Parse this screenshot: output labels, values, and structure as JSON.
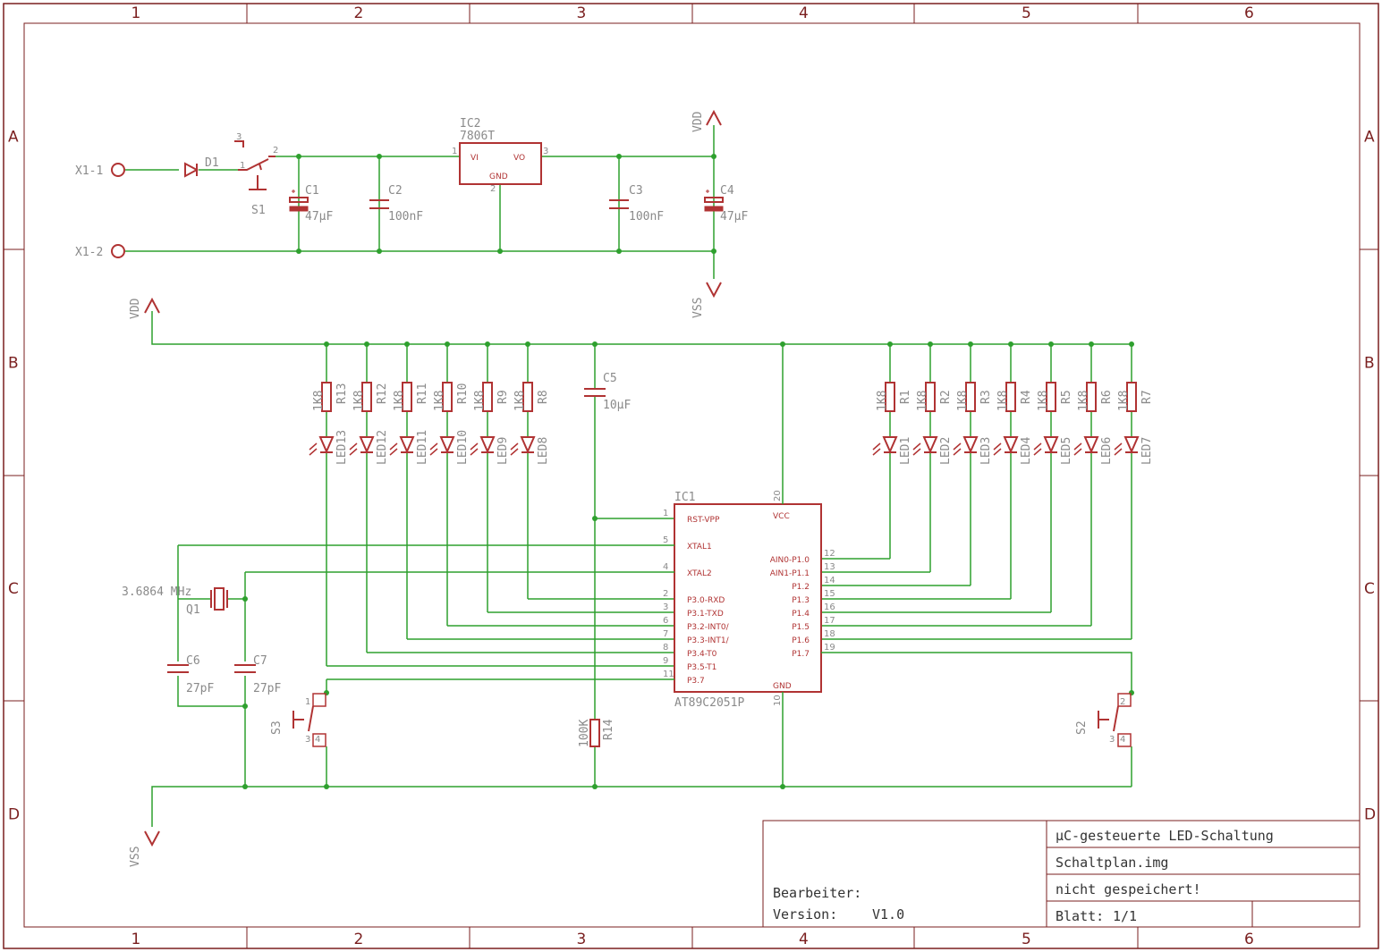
{
  "grid": {
    "columns": [
      "1",
      "2",
      "3",
      "4",
      "5",
      "6"
    ],
    "rows": [
      "A",
      "B",
      "C",
      "D"
    ]
  },
  "title_block": {
    "title": "µC-gesteuerte LED-Schaltung",
    "file": "Schaltplan.img",
    "status": "nicht gespeichert!",
    "sheet_label": "Blatt:",
    "sheet_value": "1/1",
    "editor_label": "Bearbeiter:",
    "version_label": "Version:",
    "version_value": "V1.0"
  },
  "power": {
    "x1_1": "X1-1",
    "x1_2": "X1-2",
    "d1": "D1",
    "s1": "S1",
    "s1_pin1": "1",
    "s1_pin2": "2",
    "s1_pin3": "3",
    "c1": "C1",
    "c1_val": "47µF",
    "c2": "C2",
    "c2_val": "100nF",
    "ic2": "IC2",
    "ic2_type": "7806T",
    "ic2_vi": "VI",
    "ic2_vo": "VO",
    "ic2_gnd": "GND",
    "ic2_pin1": "1",
    "ic2_pin2": "2",
    "ic2_pin3": "3",
    "c3": "C3",
    "c3_val": "100nF",
    "c4": "C4",
    "c4_val": "47µF",
    "vdd": "VDD",
    "vss": "VSS"
  },
  "mcu": {
    "name": "IC1",
    "type": "AT89C2051P",
    "pin20": "20",
    "pin10": "10",
    "vcc": "VCC",
    "gnd": "GND",
    "left_pins": [
      {
        "num": "1",
        "name": "RST-VPP"
      },
      {
        "num": "5",
        "name": "XTAL1"
      },
      {
        "num": "4",
        "name": "XTAL2"
      },
      {
        "num": "2",
        "name": "P3.0-RXD"
      },
      {
        "num": "3",
        "name": "P3.1-TXD"
      },
      {
        "num": "6",
        "name": "P3.2-INT0/"
      },
      {
        "num": "7",
        "name": "P3.3-INT1/"
      },
      {
        "num": "8",
        "name": "P3.4-T0"
      },
      {
        "num": "9",
        "name": "P3.5-T1"
      },
      {
        "num": "11",
        "name": "P3.7"
      }
    ],
    "right_pins": [
      {
        "num": "12",
        "name": "AIN0-P1.0"
      },
      {
        "num": "13",
        "name": "AIN1-P1.1"
      },
      {
        "num": "14",
        "name": "P1.2"
      },
      {
        "num": "15",
        "name": "P1.3"
      },
      {
        "num": "16",
        "name": "P1.4"
      },
      {
        "num": "17",
        "name": "P1.5"
      },
      {
        "num": "18",
        "name": "P1.6"
      },
      {
        "num": "19",
        "name": "P1.7"
      }
    ]
  },
  "resistor_value": "1K8",
  "left_channels": [
    {
      "r": "R13",
      "led": "LED13"
    },
    {
      "r": "R12",
      "led": "LED12"
    },
    {
      "r": "R11",
      "led": "LED11"
    },
    {
      "r": "R10",
      "led": "LED10"
    },
    {
      "r": "R9",
      "led": "LED9"
    },
    {
      "r": "R8",
      "led": "LED8"
    }
  ],
  "right_channels": [
    {
      "r": "R1",
      "led": "LED1"
    },
    {
      "r": "R2",
      "led": "LED2"
    },
    {
      "r": "R3",
      "led": "LED3"
    },
    {
      "r": "R4",
      "led": "LED4"
    },
    {
      "r": "R5",
      "led": "LED5"
    },
    {
      "r": "R6",
      "led": "LED6"
    },
    {
      "r": "R7",
      "led": "LED7"
    }
  ],
  "misc": {
    "c5": "C5",
    "c5_val": "10µF",
    "r14": "R14",
    "r14_val": "100K",
    "q1": "Q1",
    "q1_val": "3.6864 MHz",
    "c6": "C6",
    "c6_val": "27pF",
    "c7": "C7",
    "c7_val": "27pF",
    "s2": "S2",
    "s3": "S3",
    "sw_pin1": "1",
    "sw_pin2": "2",
    "sw_pin3": "3",
    "sw_pin4": "4"
  }
}
